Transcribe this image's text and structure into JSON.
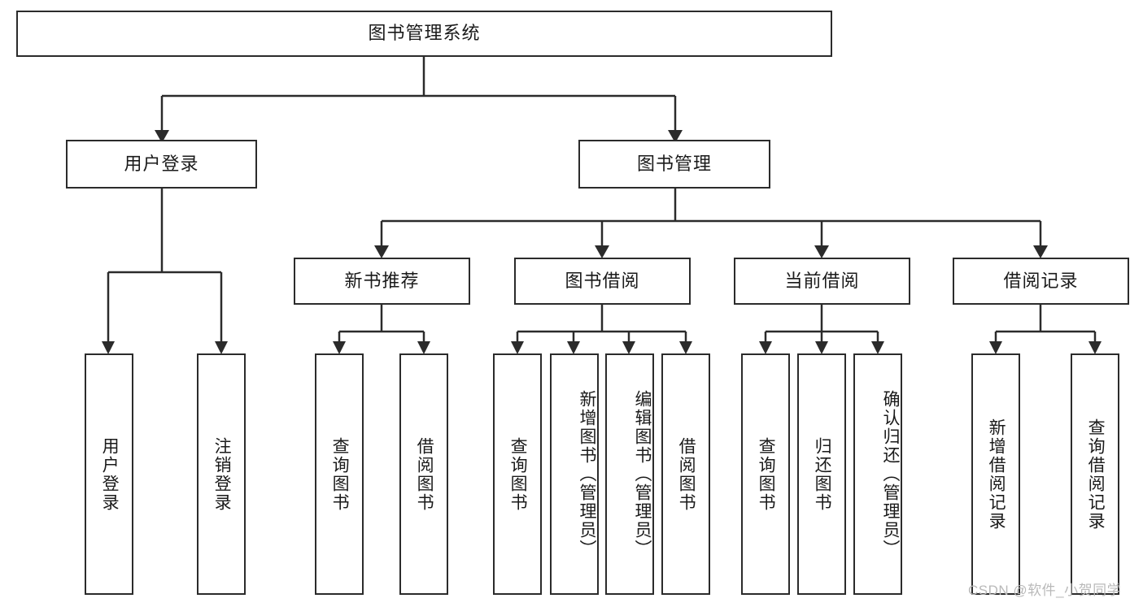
{
  "diagram": {
    "type": "tree-hierarchy-flowchart",
    "title": "图书管理系统",
    "root": {
      "id": "root",
      "label": "图书管理系统"
    },
    "level2": [
      {
        "id": "user-login",
        "label": "用户登录"
      },
      {
        "id": "book-management",
        "label": "图书管理"
      }
    ],
    "level3": [
      {
        "id": "new-book-recommend",
        "label": "新书推荐",
        "parent": "book-management"
      },
      {
        "id": "book-borrow",
        "label": "图书借阅",
        "parent": "book-management"
      },
      {
        "id": "current-borrow",
        "label": "当前借阅",
        "parent": "book-management"
      },
      {
        "id": "borrow-record",
        "label": "借阅记录",
        "parent": "book-management"
      }
    ],
    "leaves": [
      {
        "id": "leaf-user-login",
        "label": "用户登录",
        "parent": "user-login"
      },
      {
        "id": "leaf-logout-login",
        "label": "注销登录",
        "parent": "user-login"
      },
      {
        "id": "leaf-query-book-1",
        "label": "查询图书",
        "parent": "new-book-recommend"
      },
      {
        "id": "leaf-borrow-book-1",
        "label": "借阅图书",
        "parent": "new-book-recommend"
      },
      {
        "id": "leaf-query-book-2",
        "label": "查询图书",
        "parent": "book-borrow"
      },
      {
        "id": "leaf-add-book",
        "label": "新增图书（管理员）",
        "parent": "book-borrow"
      },
      {
        "id": "leaf-edit-book",
        "label": "编辑图书（管理员）",
        "parent": "book-borrow"
      },
      {
        "id": "leaf-borrow-book-2",
        "label": "借阅图书",
        "parent": "book-borrow"
      },
      {
        "id": "leaf-query-book-3",
        "label": "查询图书",
        "parent": "current-borrow"
      },
      {
        "id": "leaf-return-book",
        "label": "归还图书",
        "parent": "current-borrow"
      },
      {
        "id": "leaf-confirm-return",
        "label": "确认归还（管理员）",
        "parent": "current-borrow"
      },
      {
        "id": "leaf-add-record",
        "label": "新增借阅记录",
        "parent": "borrow-record"
      },
      {
        "id": "leaf-query-record",
        "label": "查询借阅记录",
        "parent": "borrow-record"
      }
    ],
    "colors": {
      "stroke": "#2b2b2b",
      "fill": "#ffffff",
      "text": "#1a1a1a",
      "watermark": "#b9b9b9"
    }
  },
  "watermark": {
    "text": "CSDN @软件_小贺同学"
  }
}
